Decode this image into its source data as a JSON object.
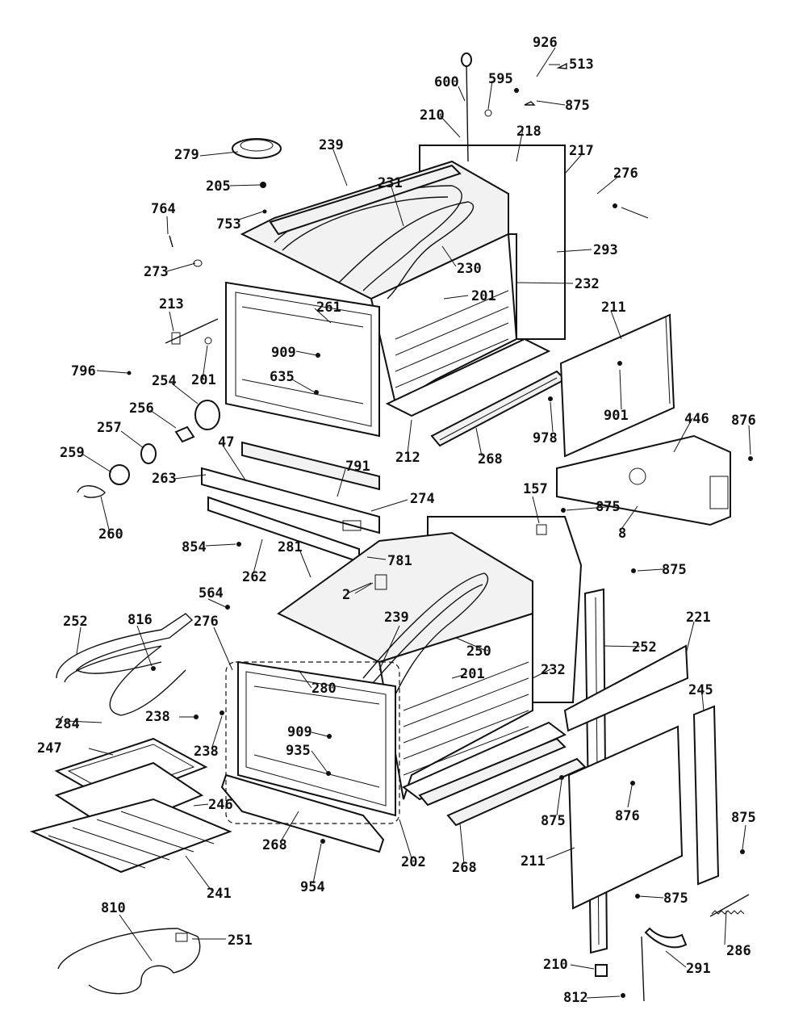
{
  "labels": {
    "l926": "926",
    "l513": "513",
    "l600": "600",
    "l595": "595",
    "l875": "875",
    "l210": "210",
    "l218": "218",
    "l217": "217",
    "l276": "276",
    "l279": "279",
    "l239": "239",
    "l205": "205",
    "l753": "753",
    "l231": "231",
    "l764": "764",
    "l273": "273",
    "l230": "230",
    "l293": "293",
    "l232": "232",
    "l201": "201",
    "l211": "211",
    "l213": "213",
    "l261": "261",
    "l909": "909",
    "l796": "796",
    "l201b": "201",
    "l635": "635",
    "l254": "254",
    "l256": "256",
    "l257": "257",
    "l259": "259",
    "l260": "260",
    "l47": "47",
    "l263": "263",
    "l791": "791",
    "l274": "274",
    "l854": "854",
    "l262": "262",
    "l212": "212",
    "l268": "268",
    "l978": "978",
    "l901": "901",
    "l446": "446",
    "l876": "876",
    "l157": "157",
    "l875b": "875",
    "l8": "8",
    "l2": "2",
    "l781": "781",
    "l281": "281",
    "l564": "564",
    "l875c": "875",
    "l252": "252",
    "l816": "816",
    "l276b": "276",
    "l221": "221",
    "l232b": "232",
    "l250": "250",
    "l252b": "252",
    "l239b": "239",
    "l201c": "201",
    "l280": "280",
    "l245": "245",
    "l284": "284",
    "l238": "238",
    "l909b": "909",
    "l935": "935",
    "l247": "247",
    "l246": "246",
    "l875d": "875",
    "l876b": "876",
    "l875e": "875",
    "l268b": "268",
    "l202": "202",
    "l268c": "268",
    "l211b": "211",
    "l241": "241",
    "l954": "954",
    "l875f": "875",
    "l810": "810",
    "l251": "251",
    "l286": "286",
    "l210b": "210",
    "l291": "291",
    "l812": "812"
  }
}
